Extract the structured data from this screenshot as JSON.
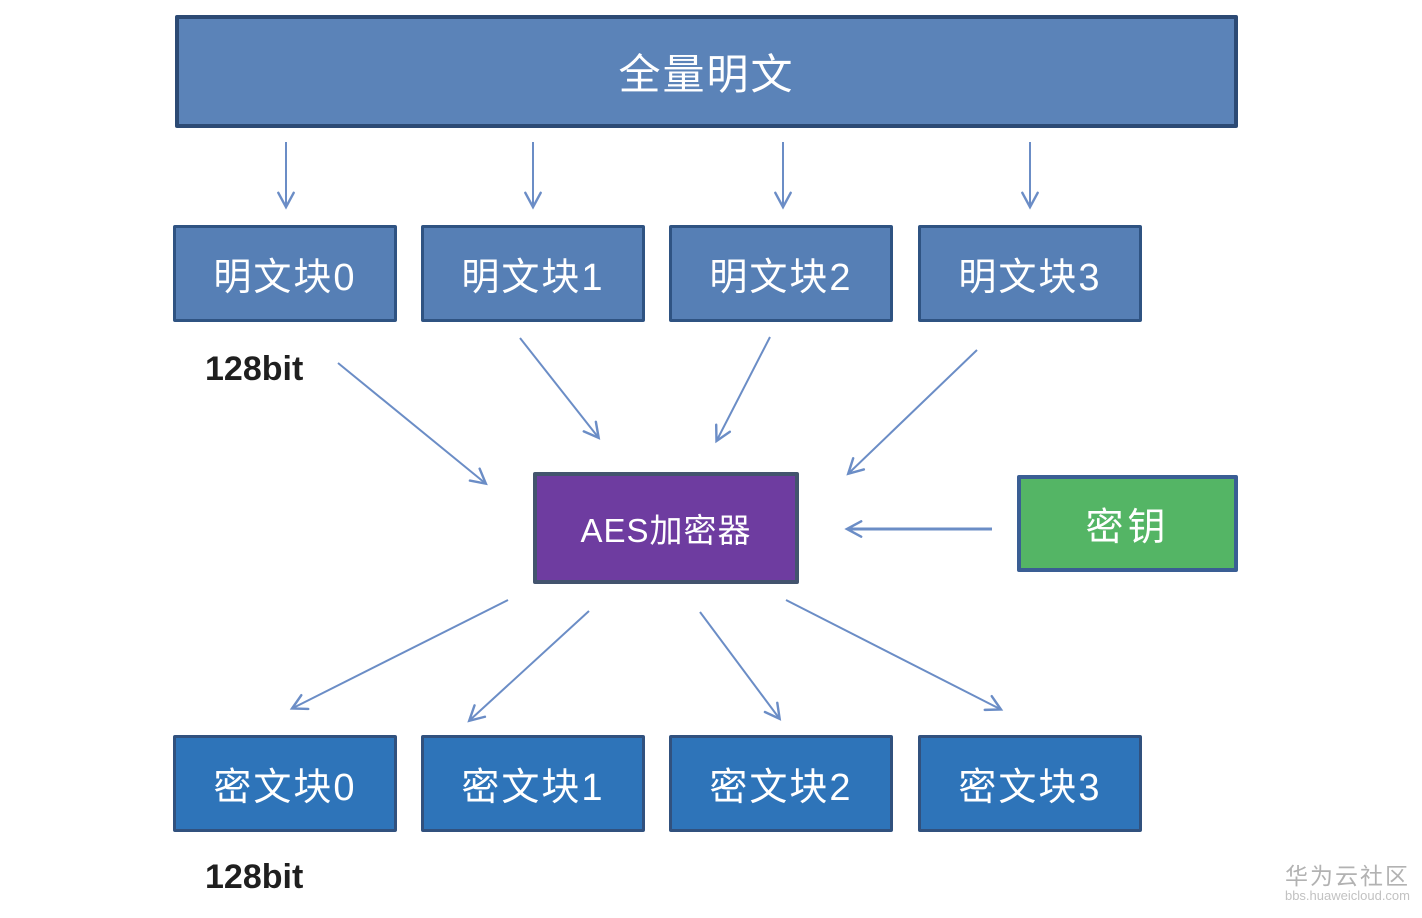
{
  "diagram": {
    "top_box": {
      "label": "全量明文",
      "fill": "#5b83b8",
      "border": "#2c4a74"
    },
    "plaintext_blocks": [
      {
        "label": "明文块0"
      },
      {
        "label": "明文块1"
      },
      {
        "label": "明文块2"
      },
      {
        "label": "明文块3"
      }
    ],
    "bit_label_top": "128bit",
    "bit_label_bottom": "128bit",
    "aes_box": {
      "label": "AES加密器",
      "fill": "#6e3ca0",
      "border": "#43546e"
    },
    "key_box": {
      "label": "密钥",
      "fill": "#54b565",
      "border": "#3a5e94"
    },
    "ciphertext_blocks": [
      {
        "label": "密文块0"
      },
      {
        "label": "密文块1"
      },
      {
        "label": "密文块2"
      },
      {
        "label": "密文块3"
      }
    ],
    "colors": {
      "plaintext_block_fill": "#567fb5",
      "ciphertext_block_fill": "#2e74b9",
      "arrow": "#6b8dc6",
      "text_on_boxes": "#ffffff",
      "bit_label_text": "#1f1f1f"
    }
  },
  "watermark": {
    "title": "华为云社区",
    "url": "bbs.huaweicloud.com"
  }
}
